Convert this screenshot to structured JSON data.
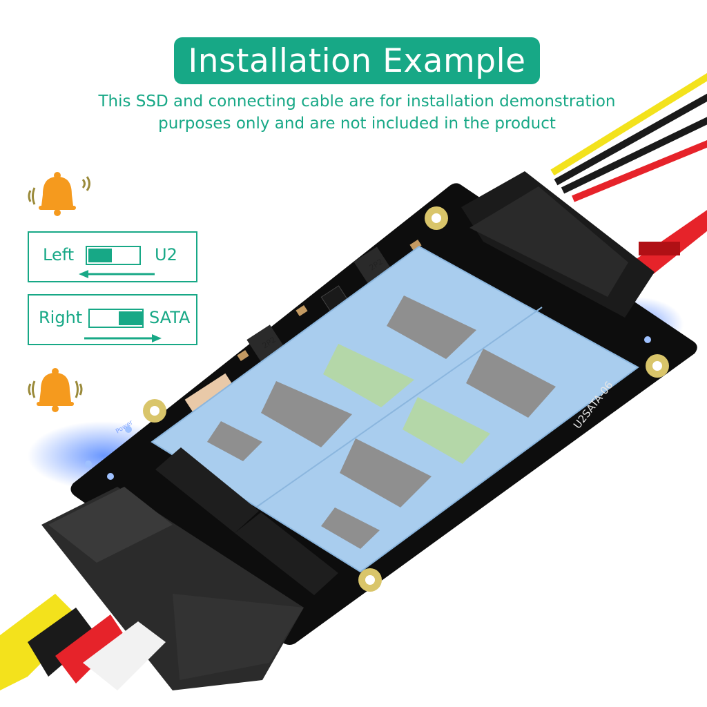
{
  "header": {
    "title": "Installation Example",
    "subtitle_line1": "This SSD and connecting cable are for installation demonstration",
    "subtitle_line2": "purposes only and are not included in the product"
  },
  "switch_guide": {
    "left_row": {
      "label": "Left",
      "mode": "U2",
      "knob_position": "left"
    },
    "right_row": {
      "label": "Right",
      "mode": "SATA",
      "knob_position": "right"
    }
  },
  "board": {
    "model_label": "U2SATA-06",
    "chip_label_1": "2P2",
    "chip_label_2": "2P2",
    "power_label": "Power"
  },
  "colors": {
    "accent": "#17a886",
    "bell": "#f59a1e",
    "pcb": "#0d0d0d",
    "ssd": "#a9cdee",
    "led": "#2a64ff"
  },
  "icons": [
    "bell-icon",
    "arrow-left-icon",
    "arrow-right-icon"
  ]
}
